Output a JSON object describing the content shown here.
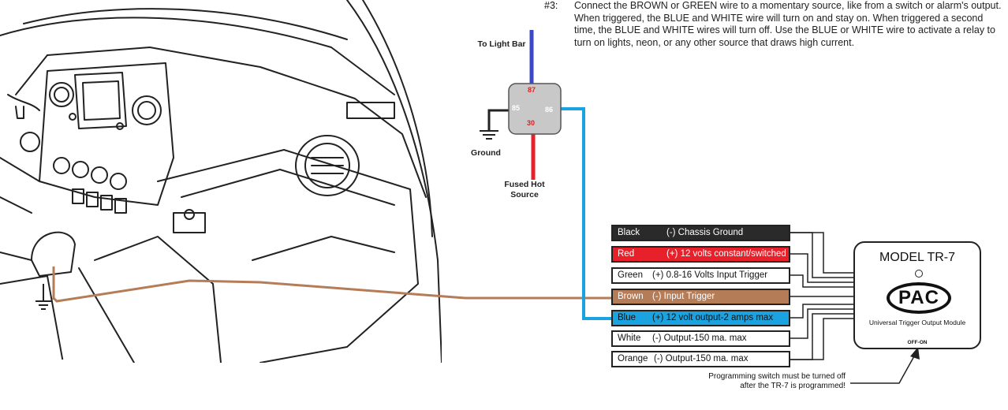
{
  "instruction": {
    "number": "#3:",
    "text": "Connect the BROWN or GREEN wire to a momentary source, like from a switch or alarm's output. When triggered, the BLUE and WHITE wire will turn on and stay on. When triggered a second time, the BLUE and WHITE wires will turn off. Use the BLUE or WHITE wire to activate a relay to turn on lights, neon, or any other source that draws high current."
  },
  "relay": {
    "label_light_bar": "To Light Bar",
    "label_ground": "Ground",
    "label_fused_line1": "Fused Hot",
    "label_fused_line2": "Source",
    "pins": {
      "p87": "87",
      "p85": "85",
      "p86": "86",
      "p30": "30"
    },
    "colors": {
      "body": "#c8c8c8",
      "pin_text_red": "#e02020",
      "light_bar_wire": "#3a48c8",
      "fused_wire": "#e8202a",
      "trigger_wire": "#1aa3e0",
      "ground_wire": "#222222"
    }
  },
  "wires": [
    {
      "color_name": "Black",
      "desc": "(-) Chassis Ground",
      "bg": "#2a2a2a",
      "fg": "#ffffff"
    },
    {
      "color_name": "Red",
      "desc": "(+) 12 volts constant/switched",
      "bg": "#e8202a",
      "fg": "#ffffff"
    },
    {
      "color_name": "Green",
      "desc": "(+) 0.8-16 Volts Input Trigger",
      "bg": "#ffffff",
      "fg": "#111111"
    },
    {
      "color_name": "Brown",
      "desc": "(-) Input Trigger",
      "bg": "#b57c58",
      "fg": "#ffffff"
    },
    {
      "color_name": "Blue",
      "desc": "(+) 12 volt output-2 amps max",
      "bg": "#1aa3e0",
      "fg": "#111111"
    },
    {
      "color_name": "White",
      "desc": "(-) Output-150 ma. max",
      "bg": "#ffffff",
      "fg": "#111111"
    },
    {
      "color_name": "Orange",
      "desc": "(-) Output-150 ma. max",
      "bg": "#ffffff",
      "fg": "#111111"
    }
  ],
  "module": {
    "model": "MODEL TR-7",
    "logo": "PAC",
    "subtitle": "Universal Trigger Output Module",
    "switch_label": "OFF-ON"
  },
  "note": {
    "line1": "Programming switch must be turned off",
    "line2": "after the TR-7 is programmed!"
  },
  "brown_wire_color": "#b57c58"
}
